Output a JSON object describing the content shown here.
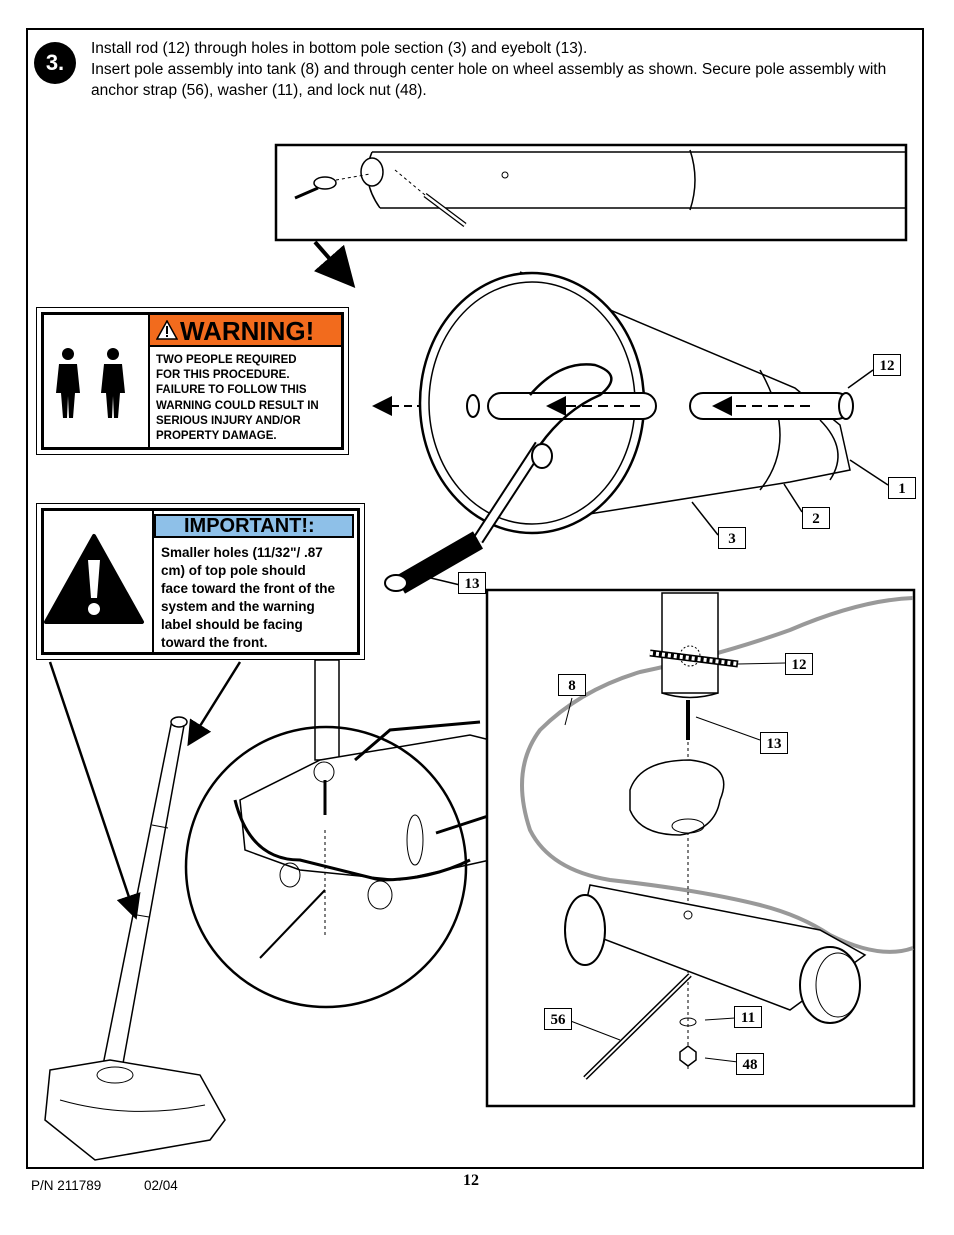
{
  "step": {
    "number": "3."
  },
  "instructions": {
    "line1": "Install rod (12) through holes in bottom pole section (3) and eyebolt (13).",
    "line2": "Insert pole assembly into tank (8) and through center hole on wheel assembly as shown.  Secure pole assembly with anchor strap (56), washer (11), and lock nut (48)."
  },
  "warning": {
    "title": "WARNING!",
    "lines": [
      "TWO PEOPLE REQUIRED",
      "FOR THIS PROCEDURE.",
      "FAILURE TO FOLLOW THIS",
      "WARNING COULD RESULT IN",
      "SERIOUS INJURY AND/OR",
      "PROPERTY DAMAGE."
    ],
    "header_color": "#f26b1d"
  },
  "important": {
    "title": "IMPORTANT!:",
    "lines": [
      "Smaller holes (11/32\"/ .87",
      "cm) of top pole should",
      "face toward the front of the",
      "system and the warning",
      "label should be facing",
      "toward the front."
    ],
    "header_color": "#8ec0e8"
  },
  "callouts": {
    "c12a": "12",
    "c1": "1",
    "c2": "2",
    "c3": "3",
    "c13a": "13",
    "c8": "8",
    "c12b": "12",
    "c13b": "13",
    "c56": "56",
    "c11": "11",
    "c48": "48"
  },
  "footer": {
    "part_number": "P/N 211789",
    "date": "02/04",
    "page": "12"
  }
}
